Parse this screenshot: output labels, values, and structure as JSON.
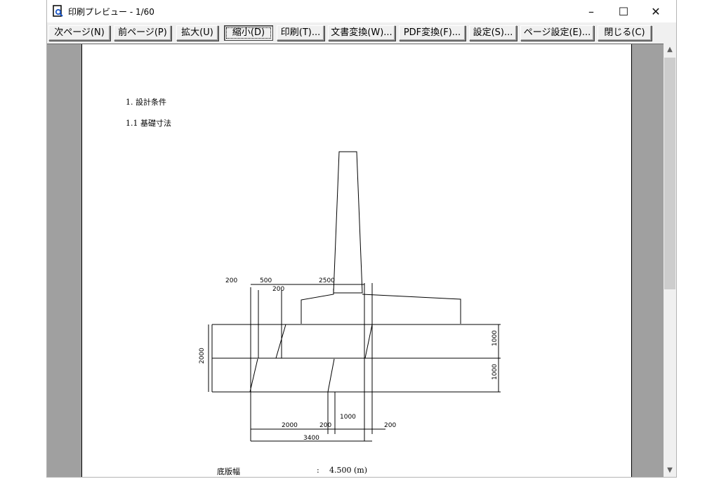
{
  "window": {
    "title": "印刷プレビュー - 1/60",
    "controls": {
      "minimize": "–",
      "maximize": "☐",
      "close": "✕"
    }
  },
  "toolbar": {
    "next_page": "次ページ(N)",
    "prev_page": "前ページ(P)",
    "zoom_in": "拡大(U)",
    "zoom_out": "縮小(D)",
    "print": "印刷(T)...",
    "doc_convert": "文書変換(W)...",
    "pdf_convert": "PDF変換(F)...",
    "settings": "設定(S)...",
    "page_setup": "ページ設定(E)...",
    "close": "閉じる(C)"
  },
  "document": {
    "heading1": "1. 設計条件",
    "heading2": "1.1 基礎寸法",
    "base_width_label": "底版幅",
    "base_width_colon": ":",
    "base_width_value": "4.500 (m)"
  },
  "drawing": {
    "dims": {
      "d200_left": "200",
      "d500": "500",
      "d200_inner": "200",
      "d2500": "2500",
      "d2000_vert": "2000",
      "d1000_upper": "1000",
      "d1000_lower": "1000",
      "d2000_bottom": "2000",
      "d200_bottom_mid": "200",
      "d1000_bottom": "1000",
      "d200_bottom_right": "200",
      "d3400": "3400"
    }
  }
}
